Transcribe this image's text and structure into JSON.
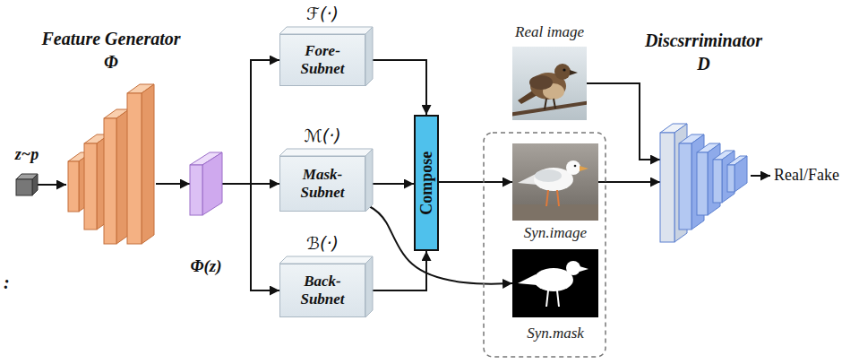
{
  "diagram": {
    "nodes": [
      {
        "text": [
          "Feature Generator",
          "Φ"
        ]
      },
      {
        "text": [
          "z~p"
        ]
      },
      {
        "text": [
          "Φ(z)"
        ]
      },
      {
        "text": [
          "ℱ(·)",
          "Fore- Subnet"
        ]
      },
      {
        "text": [
          "ℳ(·)",
          "Mask- Subnet"
        ]
      },
      {
        "text": [
          "ℬ(·)",
          "Back- Subnet"
        ]
      },
      {
        "text": [
          "Compose"
        ]
      },
      {
        "text": [
          "Real image"
        ]
      },
      {
        "text": [
          "Syn.image"
        ]
      },
      {
        "text": [
          "Syn.mask"
        ]
      },
      {
        "text": [
          "Discsrriminator",
          "D"
        ]
      }
    ],
    "edges": [
      {
        "from": 1,
        "to": 0,
        "arrow": "to"
      },
      {
        "from": 0,
        "to": 2,
        "arrow": "to"
      },
      {
        "from": 2,
        "to": 3,
        "arrow": "to"
      },
      {
        "from": 2,
        "to": 4,
        "arrow": "to"
      },
      {
        "from": 2,
        "to": 5,
        "arrow": "to"
      },
      {
        "from": 3,
        "to": 6,
        "arrow": "to"
      },
      {
        "from": 4,
        "to": 6,
        "arrow": "to"
      },
      {
        "from": 5,
        "to": 6,
        "arrow": "to"
      },
      {
        "from": 6,
        "to": 8,
        "arrow": "to"
      },
      {
        "from": 4,
        "to": 9,
        "arrow": "to"
      },
      {
        "from": 7,
        "to": 10,
        "arrow": "to"
      },
      {
        "from": 8,
        "to": 10,
        "arrow": "to"
      }
    ],
    "labels": [
      ":",
      "Real/Fake"
    ]
  }
}
